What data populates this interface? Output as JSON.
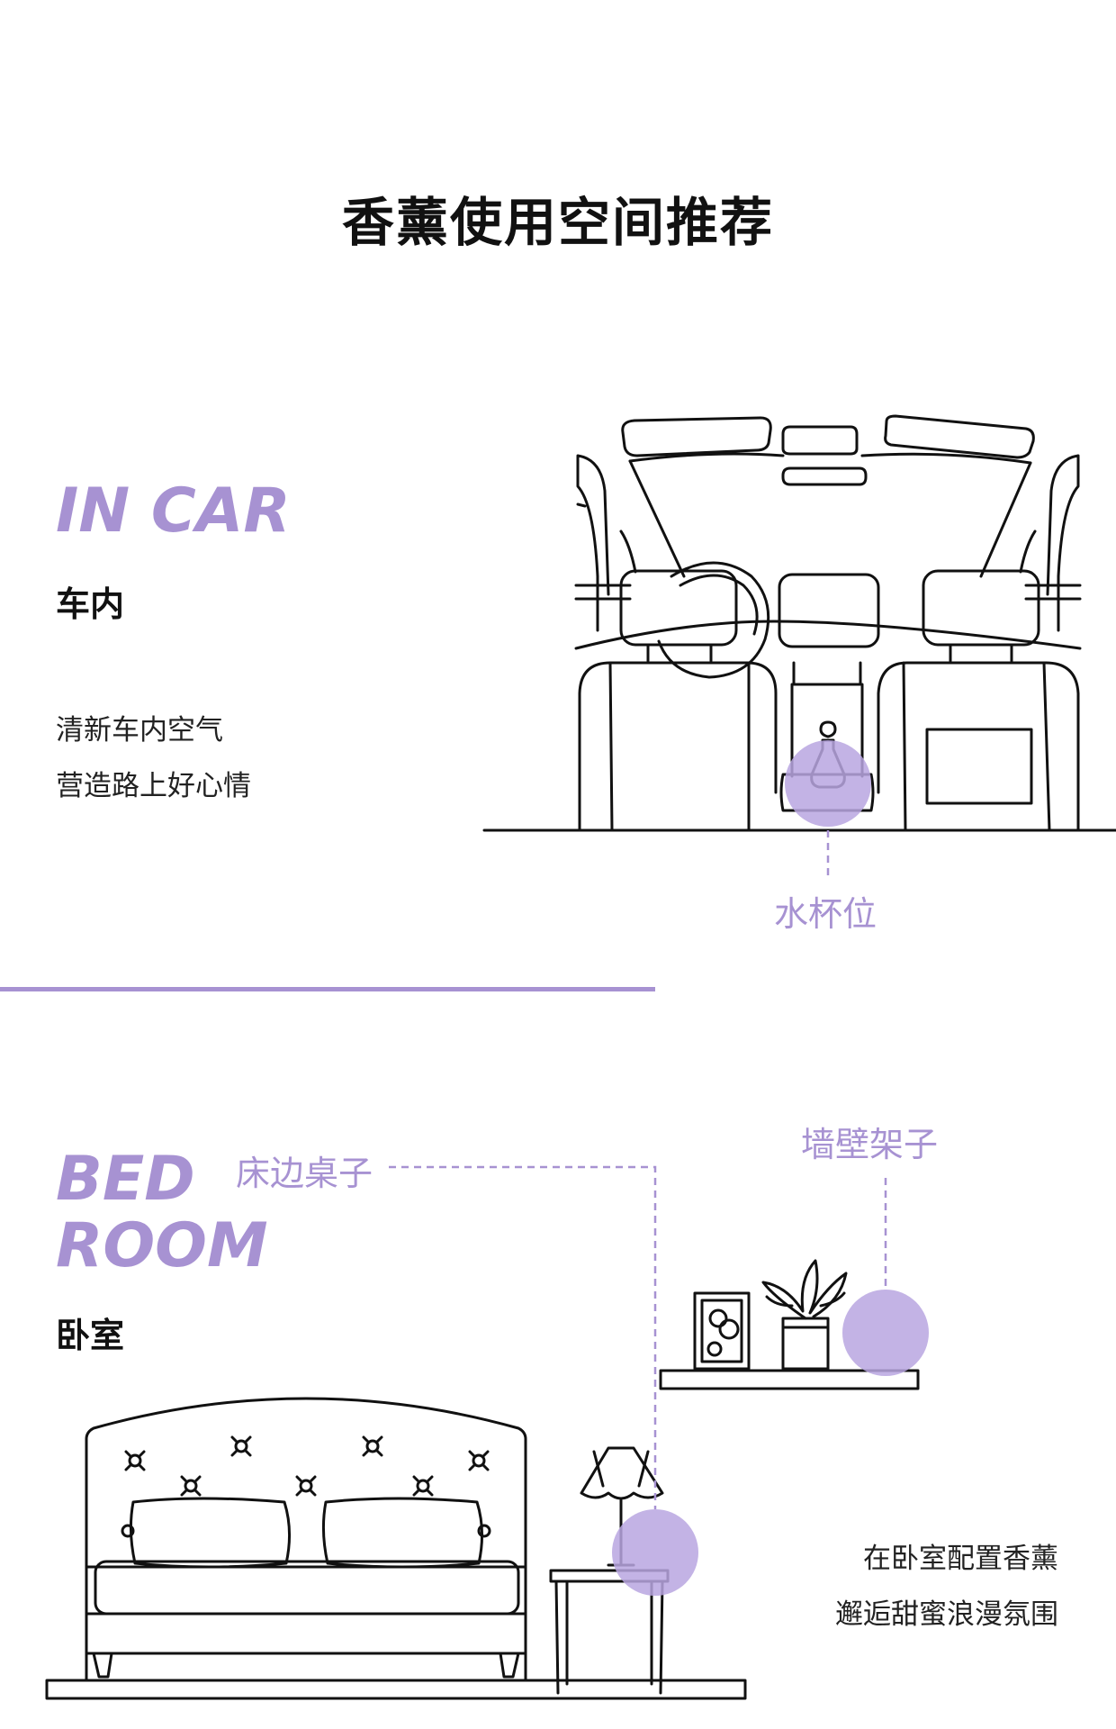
{
  "title": "香薰使用空间推荐",
  "car": {
    "en_title": "IN CAR",
    "cn_title": "车内",
    "desc": [
      "清新车内空气",
      "营造路上好心情"
    ],
    "spot_label": "水杯位"
  },
  "bedroom": {
    "en_title": [
      "BED",
      "ROOM"
    ],
    "cn_title": "卧室",
    "bedside_label": "床边桌子",
    "shelf_label": "墙壁架子",
    "desc": [
      "在卧室配置香薰",
      "邂逅甜蜜浪漫氛围"
    ]
  },
  "colors": {
    "accent": "#a792d2",
    "accent_fill": "#b9a6e0",
    "line": "#111111"
  }
}
